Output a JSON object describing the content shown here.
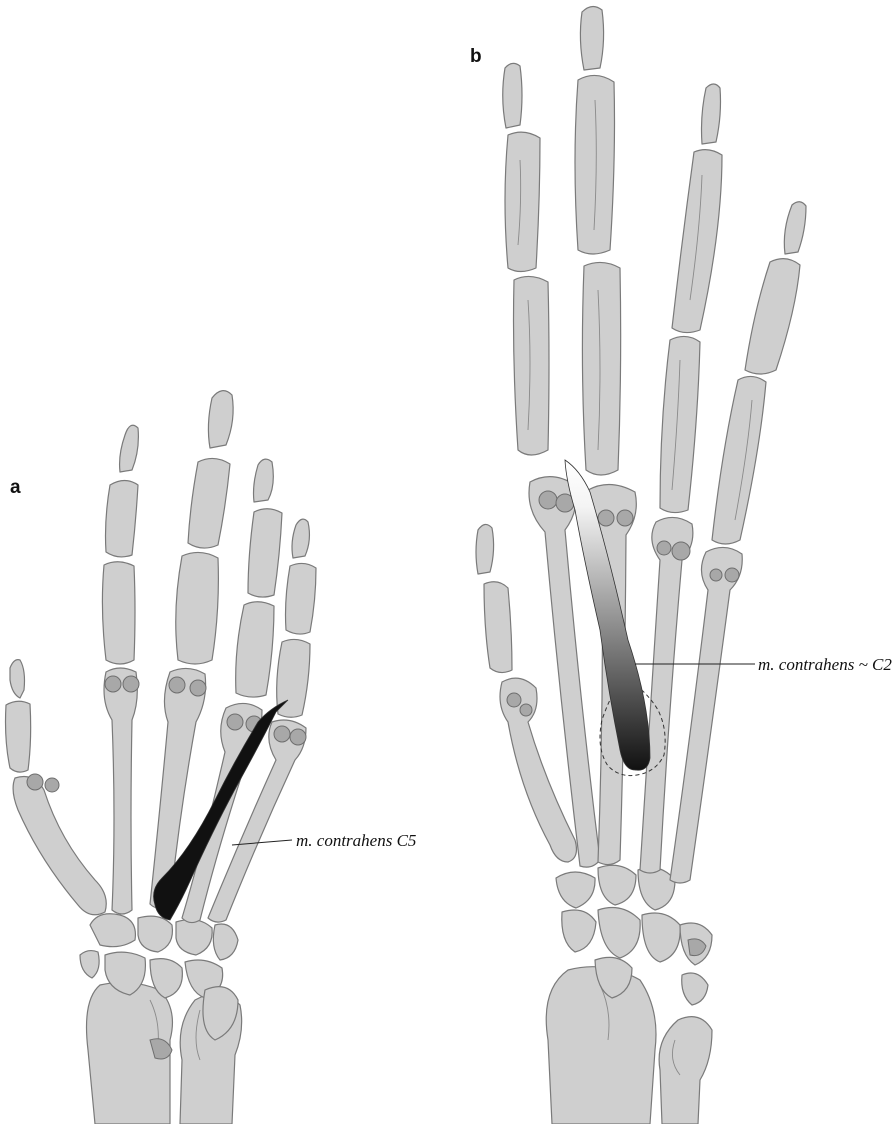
{
  "panels": {
    "a": {
      "letter": "a",
      "muscle_label": "m. contrahens C5",
      "muscle_gradient": {
        "light": "#ffffff",
        "dark": "#111111"
      }
    },
    "b": {
      "letter": "b",
      "muscle_label": "m. contrahens ~ C2",
      "muscle_gradient": {
        "light": "#ffffff",
        "dark": "#111111"
      }
    }
  },
  "colors": {
    "bone_fill": "#cfcfcf",
    "bone_outline": "#7a7a7a",
    "sesamoid_fill": "#a8a8a8",
    "background": "#ffffff"
  }
}
